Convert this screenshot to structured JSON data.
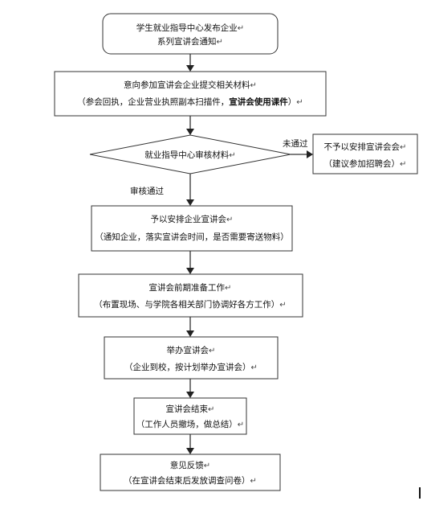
{
  "paragraph_mark": "↵",
  "nodes": {
    "notice": {
      "line1": "学生就业指导中心发布企业",
      "line2": "系列宣讲会通知"
    },
    "submit_materials": {
      "line1": "意向参加宣讲会企业提交相关材料",
      "line2_prefix": "（参会回执，企业营业执照副本扫描件，",
      "line2_bold": "宣讲会使用课件",
      "line2_suffix": "）"
    },
    "review": {
      "label": "就业指导中心审核材料"
    },
    "reject": {
      "line1": "不予以安排宣讲会会",
      "line2": "（建议参加招聘会）"
    },
    "arrange": {
      "line1": "予以安排企业宣讲会",
      "line2": "（通知企业，落实宣讲会时间，是否需要寄送物料）"
    },
    "prepare": {
      "line1": "宣讲会前期准备工作",
      "line2": "（布置现场、与学院各相关部门协调好各方工作）"
    },
    "hold": {
      "line1": "举办宣讲会",
      "line2": "（企业到校，按计划举办宣讲会）"
    },
    "finish": {
      "line1": "宣讲会结束",
      "line2": "（工作人员撤场，做总结）"
    },
    "feedback": {
      "line1": "意见反馈",
      "line2": "（在宣讲会结束后发放调查问卷）"
    }
  },
  "edges": {
    "fail_label": "未通过",
    "pass_label": "审核通过"
  }
}
